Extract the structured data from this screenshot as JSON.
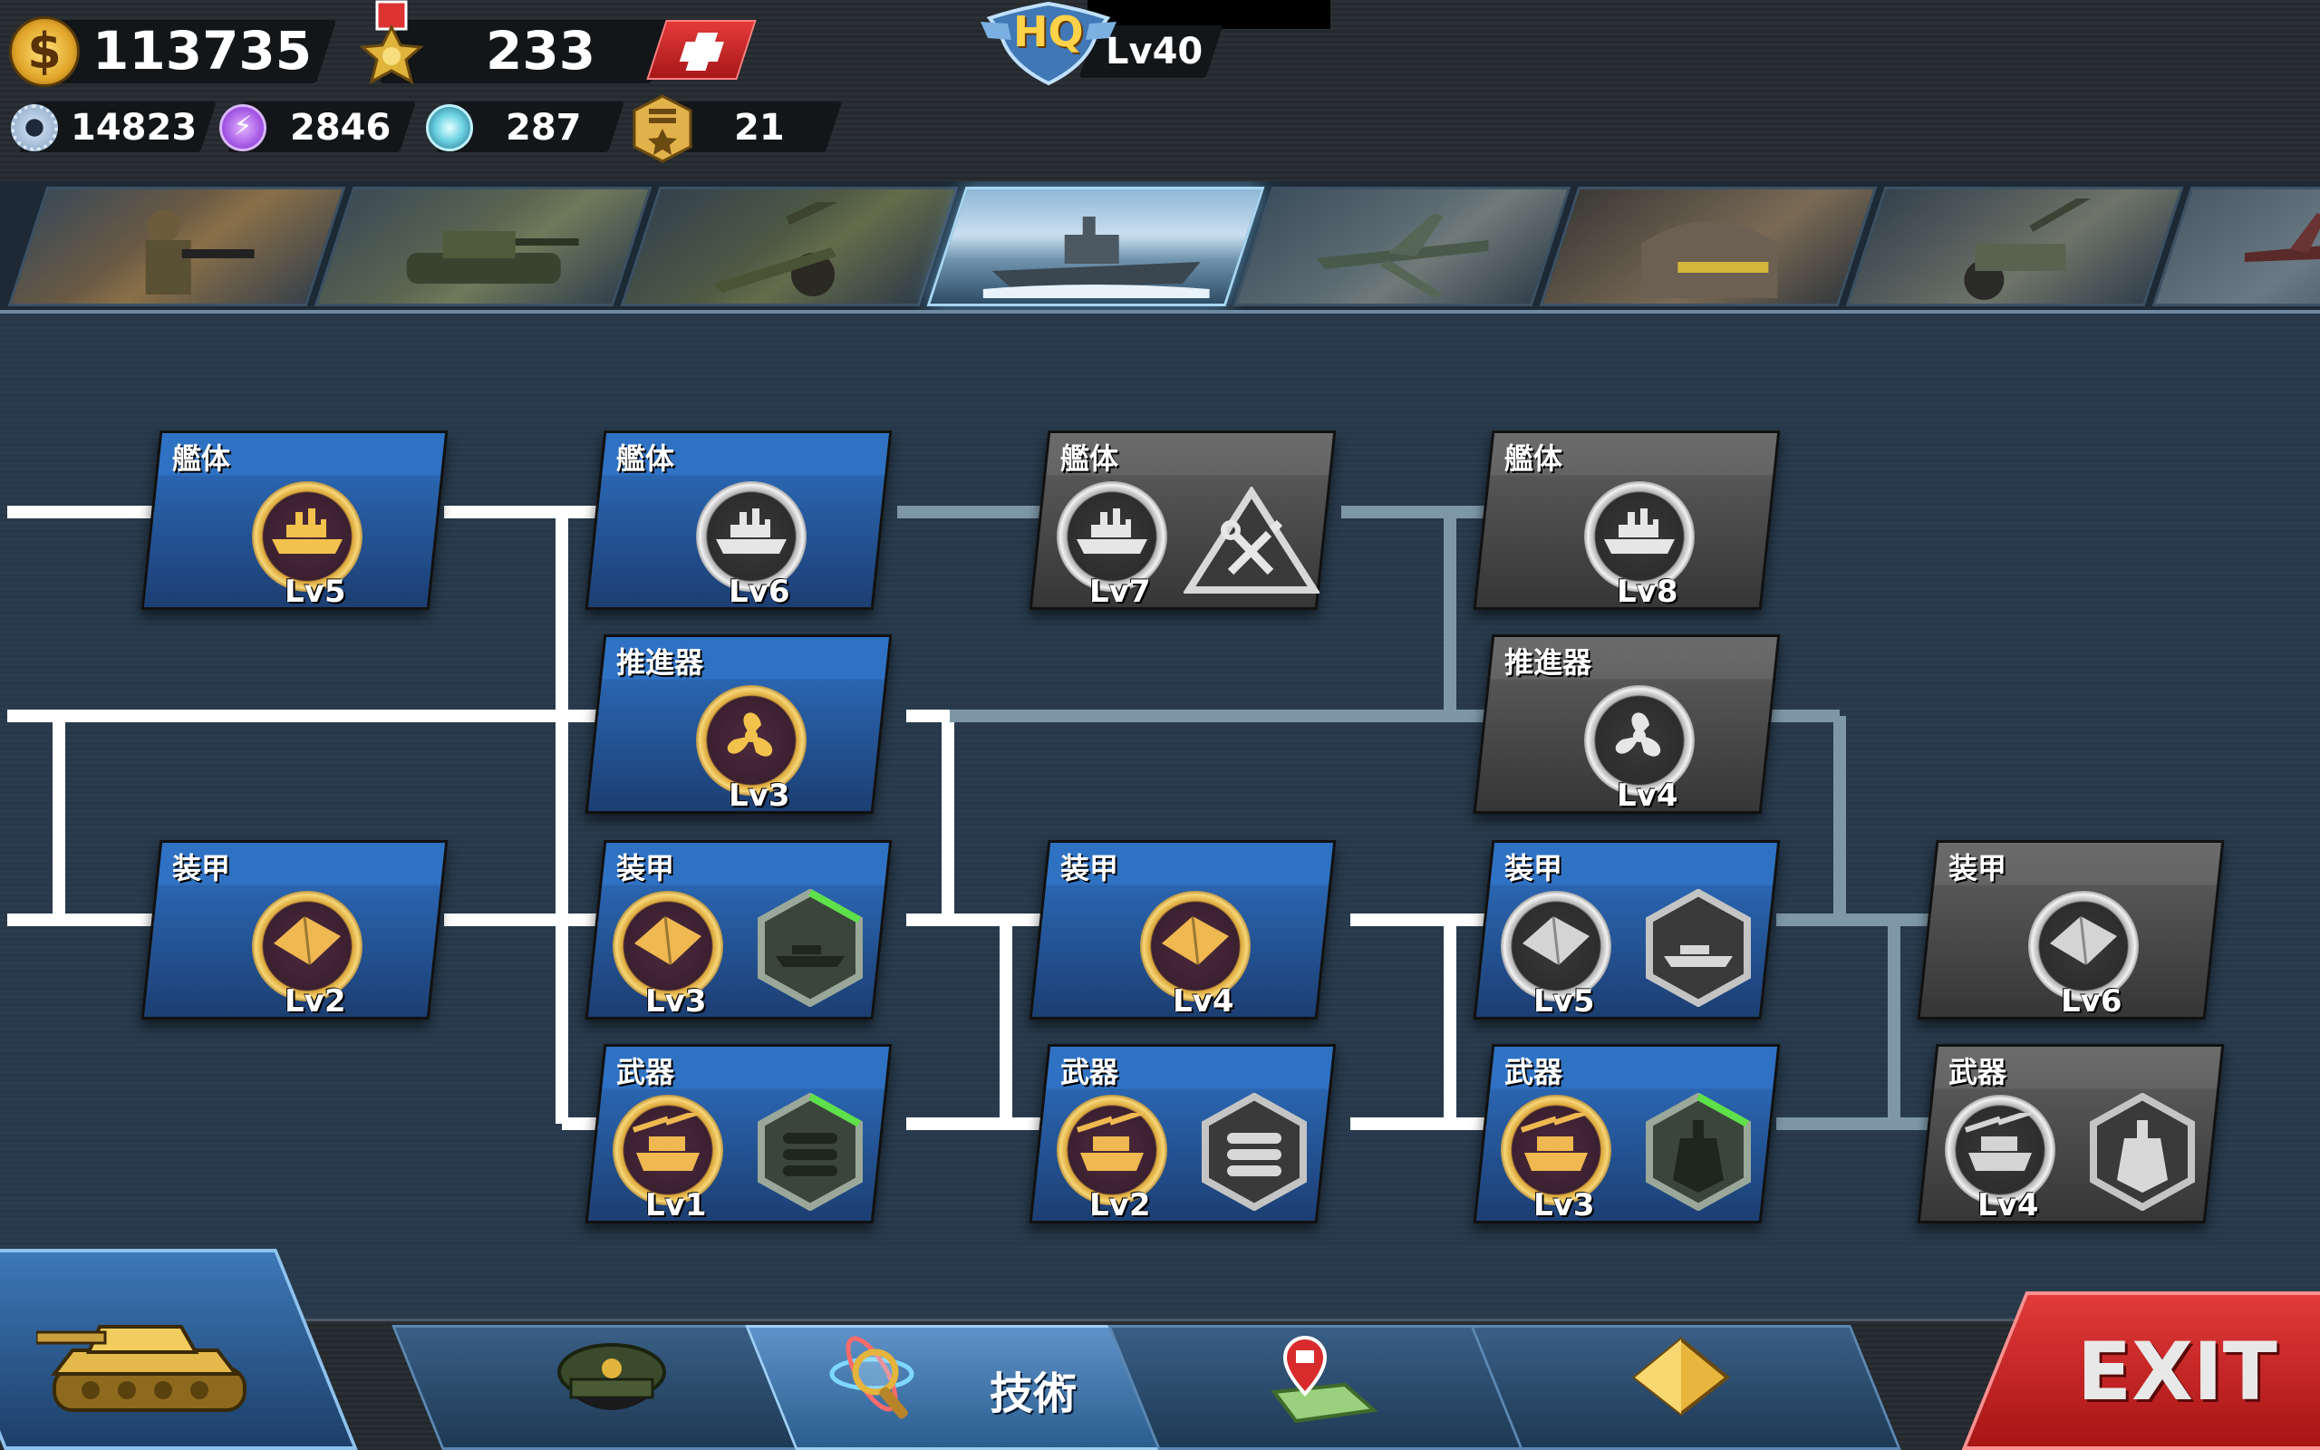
{
  "resources": {
    "gold": "113735",
    "medals": "233",
    "gears": "14823",
    "energy": "2846",
    "atoms": "287",
    "badges": "21"
  },
  "hq": {
    "badge": "HQ",
    "level": "Lv40"
  },
  "tabs": [
    {
      "id": "infantry",
      "selected": false
    },
    {
      "id": "tank",
      "selected": false
    },
    {
      "id": "artillery",
      "selected": false
    },
    {
      "id": "navy",
      "selected": true
    },
    {
      "id": "aircraft",
      "selected": false
    },
    {
      "id": "bunker",
      "selected": false
    },
    {
      "id": "anti-air",
      "selected": false
    },
    {
      "id": "bomber",
      "selected": false
    }
  ],
  "labels": {
    "hull": "艦体",
    "propulsion": "推進器",
    "armor": "装甲",
    "weapon": "武器"
  },
  "nodes": {
    "hull5": "Lv5",
    "hull6": "Lv6",
    "hull7": "Lv7",
    "hull8": "Lv8",
    "prop3": "Lv3",
    "prop4": "Lv4",
    "armor2": "Lv2",
    "armor3": "Lv3",
    "armor4": "Lv4",
    "armor5": "Lv5",
    "armor6": "Lv6",
    "weapon1": "Lv1",
    "weapon2": "Lv2",
    "weapon3": "Lv3",
    "weapon4": "Lv4"
  },
  "bottom": {
    "tech_label": "技術",
    "exit_label": "EXIT"
  },
  "colors": {
    "accent_blue": "#2f72c4",
    "locked_grey": "#5a5a5a",
    "gold": "#f3c34a",
    "exit_red": "#d42424"
  }
}
